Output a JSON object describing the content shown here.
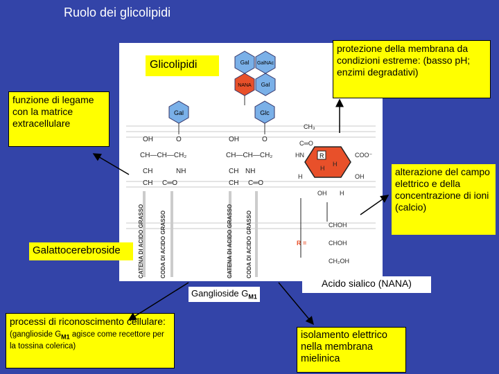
{
  "title": "Ruolo dei glicolipidi",
  "labels": {
    "glicolipidi": "Glicolipidi",
    "galattocerebroside": "Galattocerebroside",
    "ganglioside_main": "Ganglioside G",
    "ganglioside_sub": "M1",
    "acido_sialico": "Acido sialico (NANA)"
  },
  "boxes": {
    "matrice": "funzione di legame con la matrice extracellulare",
    "protezione": "protezione della membrana da condizioni estreme: (basso pH; enzimi degradativi)",
    "campo": "alterazione del campo elettrico e della concentrazione di ioni (calcio)",
    "riconoscimento_title": "processi di riconoscimento cellulare:",
    "riconoscimento_note_a": "(ganglioside G",
    "riconoscimento_note_sub": "M1",
    "riconoscimento_note_b": " agisce come recettore per la tossina colerica)",
    "isolamento": "isolamento elettrico nella membrana mielinica"
  },
  "structure": {
    "sugars_top": [
      "Gal",
      "GalNAc",
      "NANA",
      "Gal"
    ],
    "gal": "Gal",
    "glc": "Glc",
    "chain_labels": [
      "CATENA DI ACIDO GRASSO",
      "CODA DI ACIDO GRASSO"
    ],
    "r_label": "R ="
  },
  "colors": {
    "background": "#3344a8",
    "box_fill": "#ffff00",
    "sugar_blue": "#7ab0e8",
    "nana_red": "#e8502a"
  }
}
